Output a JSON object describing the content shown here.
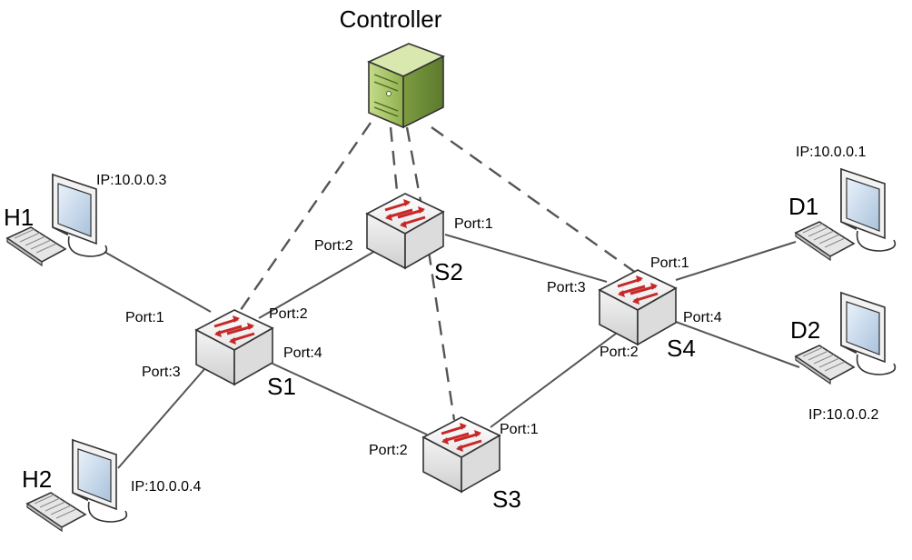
{
  "title": "Controller",
  "switches": [
    {
      "id": "s1",
      "label": "S1"
    },
    {
      "id": "s2",
      "label": "S2"
    },
    {
      "id": "s3",
      "label": "S3"
    },
    {
      "id": "s4",
      "label": "S4"
    }
  ],
  "hosts": [
    {
      "id": "h1",
      "label": "H1",
      "ip": "IP:10.0.0.3"
    },
    {
      "id": "h2",
      "label": "H2",
      "ip": "IP:10.0.0.4"
    },
    {
      "id": "d1",
      "label": "D1",
      "ip": "IP:10.0.0.1"
    },
    {
      "id": "d2",
      "label": "D2",
      "ip": "IP:10.0.0.2"
    }
  ],
  "ports": {
    "s1_h1": "Port:1",
    "s1_s2": "Port:2",
    "s1_h2": "Port:3",
    "s1_s3": "Port:4",
    "s2_s1": "Port:2",
    "s2_s4": "Port:1",
    "s3_s1": "Port:2",
    "s3_s4": "Port:1",
    "s4_d1": "Port:1",
    "s4_s3": "Port:2",
    "s4_s2": "Port:3",
    "s4_d2": "Port:4"
  },
  "colors": {
    "server_body": "#a9c66a",
    "server_dark": "#6f8f3a",
    "switch_arrow": "#c62828",
    "switch_body": "#ffffff",
    "link": "#555555"
  }
}
